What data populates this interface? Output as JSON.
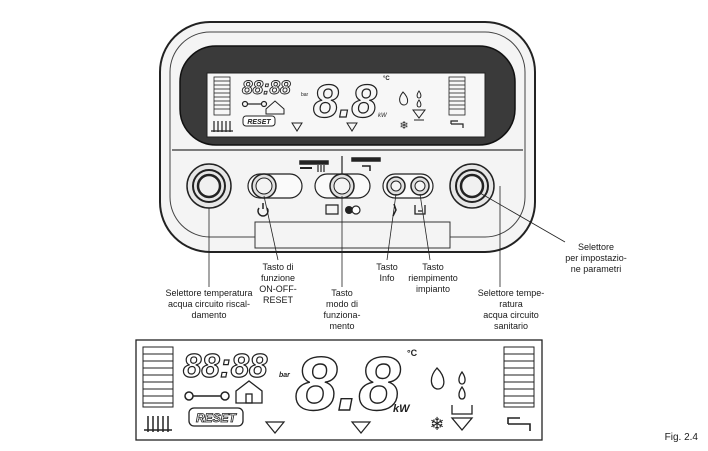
{
  "panel": {
    "lcd_small": {
      "clock_text": "88:88",
      "unit_bar": "bar",
      "big_digits": "8.8",
      "unit_c": "°C",
      "unit_kw": "kW",
      "reset_badge": "RESET"
    },
    "icons": {
      "power": "power-icon",
      "mode": "mode-icon",
      "info": "info-icon",
      "fill": "fill-icon",
      "radiator": "radiator-icon",
      "tap": "tap-icon",
      "flame": "flame-icon",
      "snowflake": "snowflake-icon",
      "wrench": "wrench-icon",
      "house": "house-icon"
    }
  },
  "callouts": {
    "selector_heating": "Selettore temperatura\nacqua circuito riscal-\ndamento",
    "on_off_reset": "Tasto di\nfunzione\nON-OFF-\nRESET",
    "mode_button": "Tasto\nmodo di\nfunziona-\nmento",
    "info_button": "Tasto\nInfo",
    "fill_button": "Tasto\nriempimento\nimpianto",
    "selector_dhw": "Selettore tempe-\nratura\nacqua circuito\nsanitario",
    "selector_params": "Selettore\nper impostazio-\nne parametri"
  },
  "lcd_large": {
    "clock_text": "88:88",
    "unit_bar": "bar",
    "big_digits": "8.8",
    "unit_c": "°C",
    "unit_kw": "kW",
    "reset_badge": "RESET"
  },
  "figure_label": "Fig. 2.4"
}
